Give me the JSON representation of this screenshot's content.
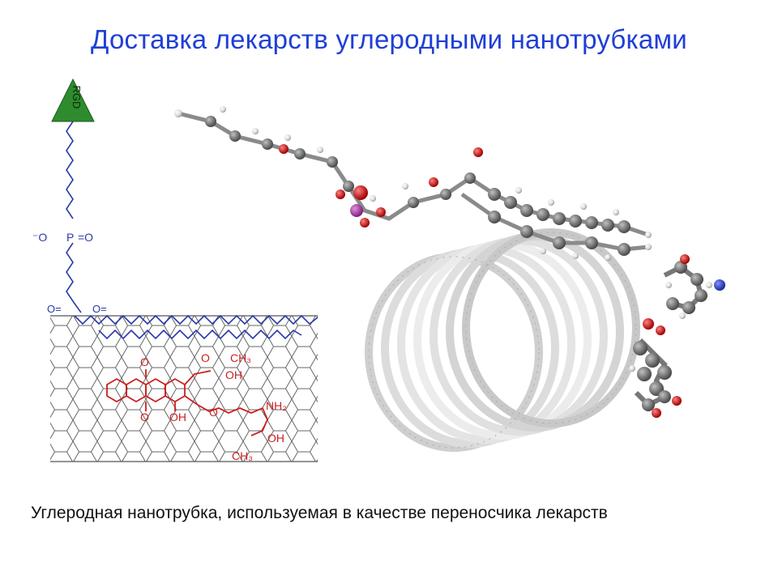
{
  "slide": {
    "title": "Доставка лекарств углеродными нанотрубками",
    "caption": "Углеродная нанотрубка, используемая в качестве переносчика лекарств"
  },
  "diagram": {
    "left_panel": {
      "targeting_label": "RGD",
      "phosphate_labels": [
        "⁻O",
        "P",
        "=O"
      ],
      "ester_labels": [
        "O=",
        "O="
      ],
      "drug_labels": [
        "O",
        "CH₃",
        "OH",
        "O",
        "OH",
        "O",
        "O",
        "NH₂",
        "OH",
        "CH₃"
      ]
    },
    "colors": {
      "title": "#1f3fd6",
      "linker": "#2a3aa8",
      "drug": "#cc1f1f",
      "rgd_triangle": "#2e8b2e",
      "tube_grid": "#666666"
    }
  }
}
